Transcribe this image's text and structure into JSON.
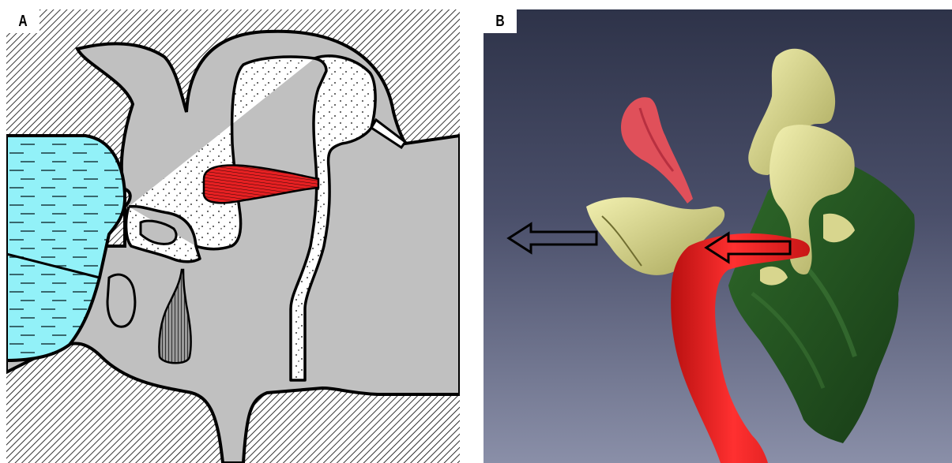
{
  "panels": [
    {
      "label": "A"
    },
    {
      "label": "B"
    }
  ],
  "colors": {
    "fluid": "#92f1f8",
    "bone_hatch": "#000000",
    "tissue_gray": "#c0c0c0",
    "ossicle_fill": "#ffffff",
    "muscle_red": "#e62022",
    "background_top": "#2e3349",
    "background_bottom": "#8a8fa8",
    "model_red": "#e81e1e",
    "model_pink": "#e0505a",
    "model_yellow": "#d6d48a",
    "model_green": "#1e4a1c"
  },
  "icons": {
    "left_arrow": "outline-left-arrow",
    "center_arrow": "outline-left-arrow"
  }
}
